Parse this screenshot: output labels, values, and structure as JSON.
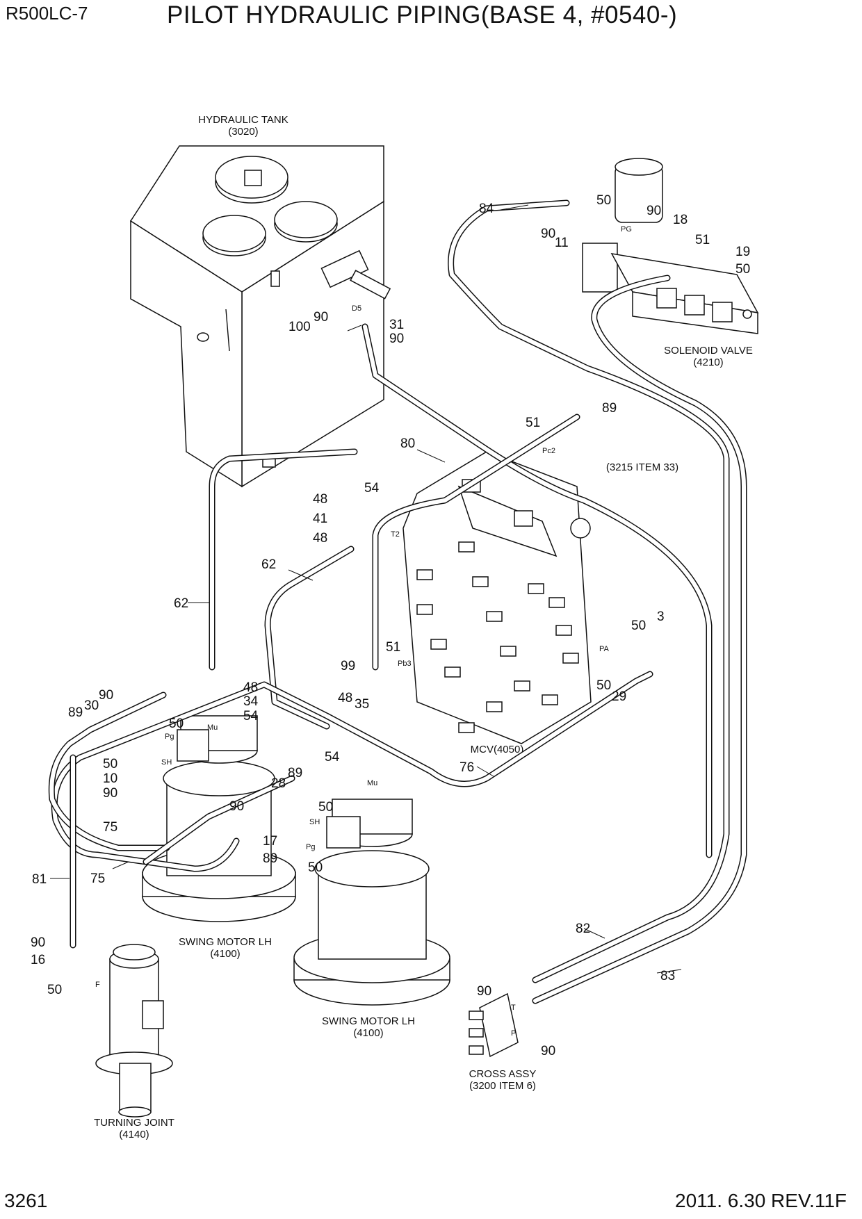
{
  "header": {
    "model": "R500LC-7",
    "title": "PILOT HYDRAULIC PIPING(BASE 4, #0540-)"
  },
  "footer": {
    "page_number": "3261",
    "revision": "2011. 6.30  REV.11F"
  },
  "components": {
    "hydraulic_tank": {
      "name": "HYDRAULIC TANK",
      "ref": "(3020)"
    },
    "solenoid_valve": {
      "name": "SOLENOID VALVE",
      "ref": "(4210)"
    },
    "mcv": {
      "name": "MCV(4050)"
    },
    "item_33": {
      "ref": "(3215 ITEM 33)"
    },
    "swing_motor_1": {
      "name": "SWING MOTOR LH",
      "ref": "(4100)"
    },
    "swing_motor_2": {
      "name": "SWING MOTOR LH",
      "ref": "(4100)"
    },
    "cross_assy": {
      "name": "CROSS ASSY",
      "ref": "(3200 ITEM 6)"
    },
    "turning_joint": {
      "name": "TURNING JOINT",
      "ref": "(4140)"
    }
  },
  "ports": [
    "D5",
    "PG",
    "Pc2",
    "T2",
    "Pb3",
    "PA",
    "Pg",
    "SH",
    "Mu",
    "Mu",
    "SH",
    "Pg",
    "F",
    "T",
    "P"
  ],
  "part_numbers": [
    "84",
    "50",
    "90",
    "18",
    "90",
    "11",
    "51",
    "19",
    "50",
    "90",
    "100",
    "31",
    "90",
    "89",
    "51",
    "80",
    "54",
    "48",
    "41",
    "48",
    "62",
    "62",
    "50",
    "3",
    "51",
    "99",
    "50",
    "29",
    "90",
    "30",
    "89",
    "48",
    "34",
    "54",
    "50",
    "48",
    "35",
    "54",
    "76",
    "50",
    "10",
    "90",
    "75",
    "28",
    "89",
    "90",
    "50",
    "17",
    "89",
    "50",
    "81",
    "75",
    "82",
    "83",
    "90",
    "16",
    "50",
    "90",
    "90"
  ]
}
